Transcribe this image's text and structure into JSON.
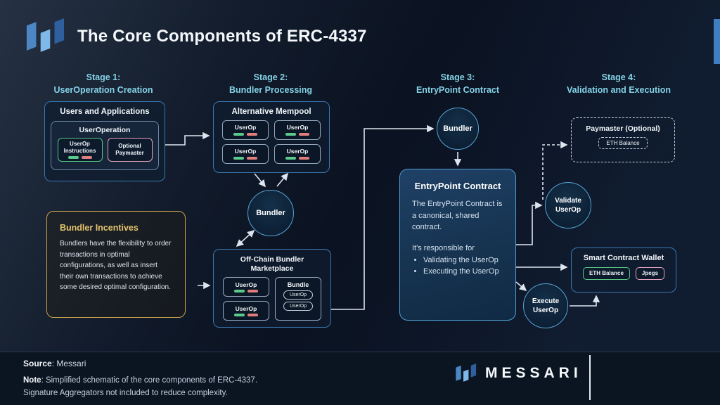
{
  "header": {
    "title": "The Core Components of ERC-4337"
  },
  "stage_headers": [
    {
      "line1": "Stage 1:",
      "line2": "UserOperation Creation"
    },
    {
      "line1": "Stage 2:",
      "line2": "Bundler Processing"
    },
    {
      "line1": "Stage 3:",
      "line2": "EntryPoint Contract"
    },
    {
      "line1": "Stage 4:",
      "line2": "Validation and Execution"
    }
  ],
  "labels": {
    "userop": "UserOp",
    "bundler": "Bundler",
    "bundle": "Bundle",
    "eth_balance": "ETH Balance",
    "jpegs": "Jpegs",
    "validate_userop": "Validate UserOp",
    "execute_userop": "Execute UserOp"
  },
  "stage1": {
    "users_apps_title": "Users and Applications",
    "useroperation_title": "UserOperation",
    "instructions_label": "UserOp Instructions",
    "optional_paymaster_label": "Optional Paymaster",
    "incentives_title": "Bundler Incentives",
    "incentives_body": "Bundlers have the flexibility to order transactions in optimal configurations, as well as insert their own transactions to achieve some desired optimal configuration."
  },
  "stage2": {
    "mempool_title": "Alternative Mempool",
    "marketplace_title": "Off-Chain Bundler Marketplace"
  },
  "stage3": {
    "entrypoint_title": "EntryPoint Contract",
    "entrypoint_desc": "The EntryPoint Contract is a canonical, shared contract.",
    "entrypoint_resp_intro": "It's responsible for",
    "entrypoint_bullets": [
      "Validating the UserOp",
      "Executing the UserOp"
    ]
  },
  "stage4": {
    "paymaster_title": "Paymaster (Optional)",
    "wallet_title": "Smart Contract Wallet"
  },
  "footer": {
    "source_label": "Source",
    "source_value": ": Messari",
    "note_label": "Note",
    "note_value": ": Simplified schematic of the core components of ERC-4337.",
    "note_line2": "Signature Aggregators not included to reduce complexity.",
    "brand": "MESSARI"
  },
  "colors": {
    "accent_cyan": "#85d2e6",
    "box_border_blue": "#3b76b0",
    "incentive_yellow": "#c9a14d",
    "bar_green": "#5bc98b",
    "bar_red": "#e07d7d",
    "pink_border": "#e9a3c0"
  }
}
